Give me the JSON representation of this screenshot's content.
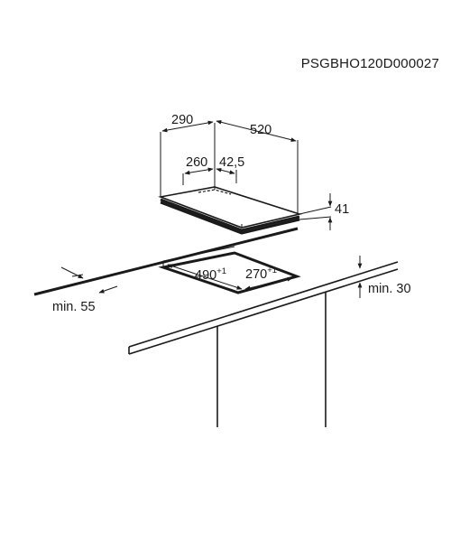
{
  "header": {
    "code": "PSGBHO120D000027"
  },
  "dimensions": {
    "depth": "290",
    "width": "520",
    "depth_offset": "260",
    "width_offset": "42,5",
    "height": "41",
    "cutout_width": "490",
    "cutout_width_tol": "+1",
    "cutout_depth": "270",
    "cutout_depth_tol": "+1",
    "min_side": "min. 55",
    "min_front": "min. 30"
  }
}
